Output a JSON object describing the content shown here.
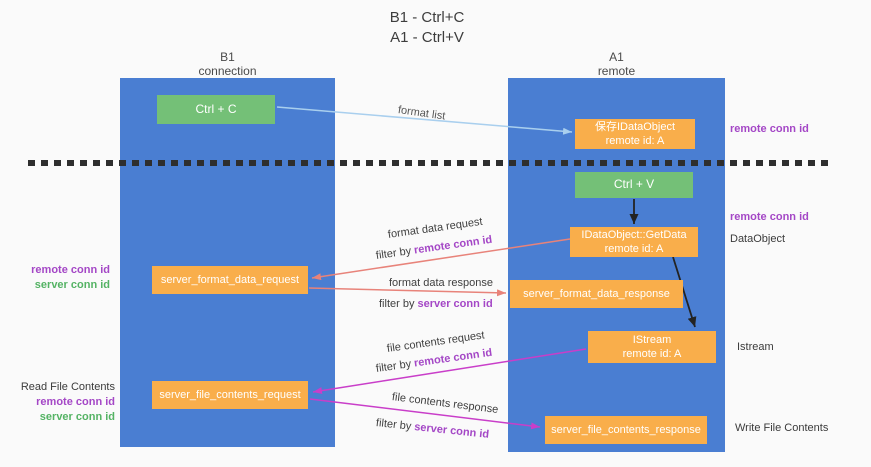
{
  "title": {
    "line1": "B1 - Ctrl+C",
    "line2": "A1 - Ctrl+V"
  },
  "columns": {
    "left": {
      "name": "B1",
      "subtitle": "connection"
    },
    "right": {
      "name": "A1",
      "subtitle": "remote"
    }
  },
  "boxes": {
    "ctrl_c": {
      "label": "Ctrl + C"
    },
    "ctrl_v": {
      "label": "Ctrl + V"
    },
    "save_idataobject": {
      "line1": "保存IDataObject",
      "line2": "remote id: A"
    },
    "getdata": {
      "line1": "IDataObject::GetData",
      "line2": "remote id: A"
    },
    "istream": {
      "line1": "IStream",
      "line2": "remote id: A"
    },
    "format_request": {
      "label": "server_format_data_request"
    },
    "format_response": {
      "label": "server_format_data_response"
    },
    "file_request": {
      "label": "server_file_contents_request"
    },
    "file_response": {
      "label": "server_file_contents_response"
    }
  },
  "arrow_labels": {
    "format_list": "format list",
    "format_data_request": "format data request",
    "format_data_response": "format data response",
    "file_contents_request": "file contents request",
    "file_contents_response": "file contents response",
    "filter_by": "filter by",
    "remote_conn_id": "remote conn id",
    "server_conn_id": "server conn id"
  },
  "side_labels": {
    "right_remote_conn_id_top": "remote conn id",
    "right_remote_conn_id_mid": "remote conn id",
    "dataobject": "DataObject",
    "istream": "Istream",
    "write_file_contents": "Write File Contents",
    "left_remote_conn_id_top": "remote conn id",
    "left_server_conn_id_top": "server conn id",
    "read_file_contents": "Read File Contents",
    "left_remote_conn_id_bottom": "remote conn id",
    "left_server_conn_id_bottom": "server conn id"
  },
  "colors": {
    "column_blue": "#4a7ed2",
    "box_orange": "#f9ae4b",
    "box_green": "#74c077",
    "arrow_light_blue": "#a9cfee",
    "arrow_salmon": "#e8837a",
    "arrow_magenta": "#c93ec9",
    "arrow_black": "#232323",
    "text_purple": "#a447c6",
    "text_green": "#54b364",
    "dashed_divider": "#2e2e2e",
    "background": "#fafafa"
  }
}
